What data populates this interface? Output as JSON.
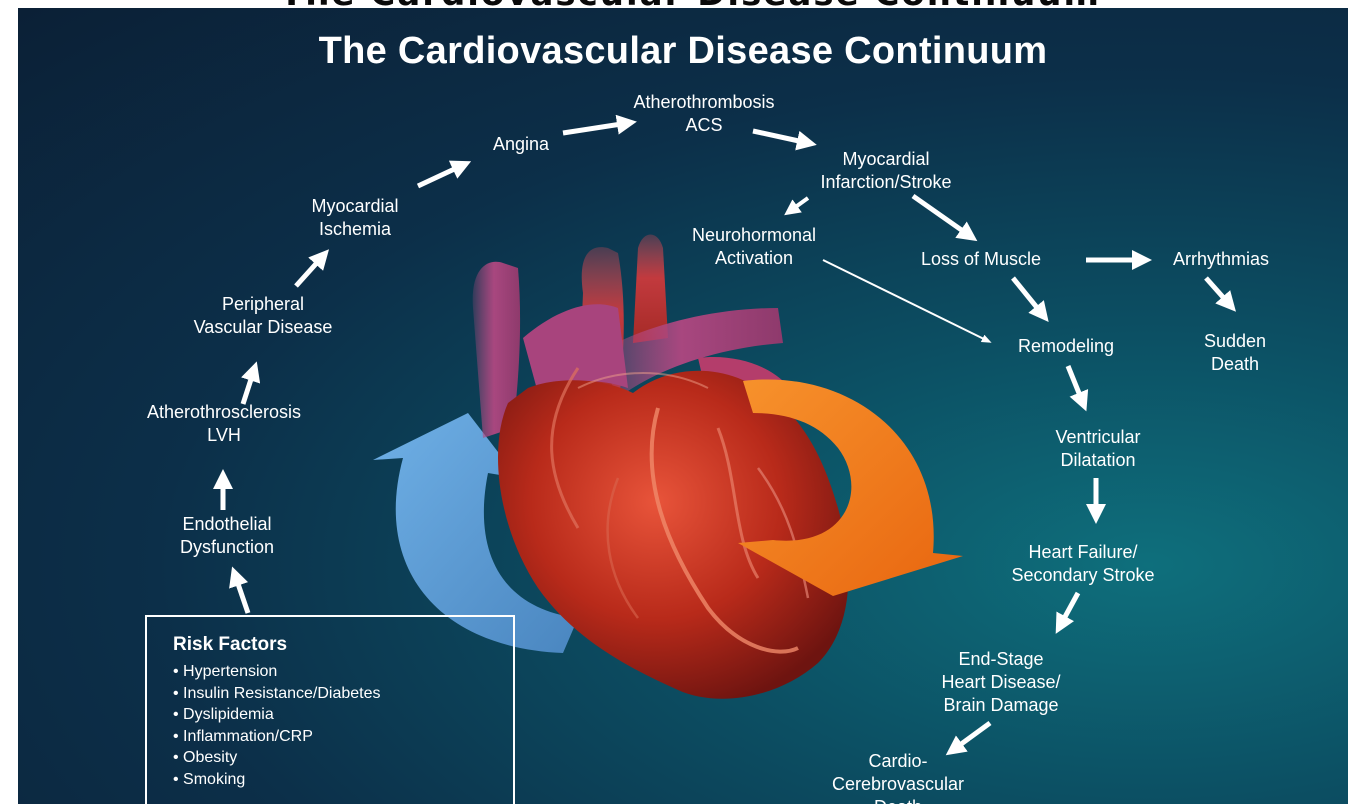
{
  "header_cut_text": "Cardiovascular Disease Continuum (partial)",
  "title": "The Cardiovascular Disease Continuum",
  "left_path": {
    "endothelial": [
      "Endothelial",
      "Dysfunction"
    ],
    "athero_lvh": [
      "Atherothrosclerosis",
      "LVH"
    ],
    "pvd": [
      "Peripheral",
      "Vascular Disease"
    ],
    "ischemia": [
      "Myocardial",
      "Ischemia"
    ],
    "angina": "Angina"
  },
  "top_path": {
    "atherothrombosis": [
      "Atherothrombosis",
      "ACS"
    ],
    "mi_stroke": [
      "Myocardial",
      "Infarction/Stroke"
    ]
  },
  "right_path": {
    "neurohormonal": [
      "Neurohormonal",
      "Activation"
    ],
    "loss_muscle": "Loss of Muscle",
    "arrhythmias": "Arrhythmias",
    "sudden_death": [
      "Sudden",
      "Death"
    ],
    "remodeling": "Remodeling",
    "ventricular": [
      "Ventricular",
      "Dilatation"
    ],
    "heart_failure": [
      "Heart Failure/",
      "Secondary Stroke"
    ],
    "end_stage": [
      "End-Stage",
      "Heart Disease/",
      "Brain Damage"
    ],
    "death": [
      "Cardio-",
      "Cerebrovascular",
      "Death"
    ]
  },
  "risk_factors": {
    "title": "Risk Factors",
    "items": [
      "Hypertension",
      "Insulin Resistance/Diabetes",
      "Dyslipidemia",
      "Inflammation/CRP",
      "Obesity",
      "Smoking"
    ]
  },
  "colors": {
    "background_dark": "#0b2036",
    "background_teal": "#0e6f7c",
    "heart_red": "#c6331f",
    "arrow_blue": "#5fa2d8",
    "arrow_orange": "#f07a1c",
    "text": "#ffffff"
  }
}
